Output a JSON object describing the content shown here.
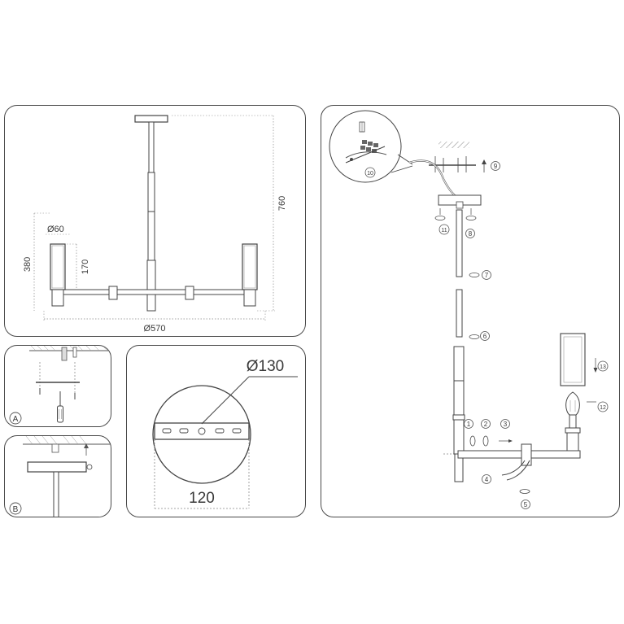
{
  "dimensions": {
    "height_total": "760",
    "height_shade": "380",
    "shade_diameter": "Ø60",
    "shade_height": "170",
    "span_diameter": "Ø570",
    "canopy_diameter": "Ø130",
    "plate_width": "120"
  },
  "callouts": {
    "A": "A",
    "B": "B"
  },
  "steps": [
    "1",
    "2",
    "3",
    "4",
    "5",
    "6",
    "7",
    "8",
    "9",
    "10",
    "11",
    "12",
    "13"
  ],
  "colors": {
    "line": "#4a4a4a",
    "hatch": "#888888",
    "text": "#333333"
  }
}
